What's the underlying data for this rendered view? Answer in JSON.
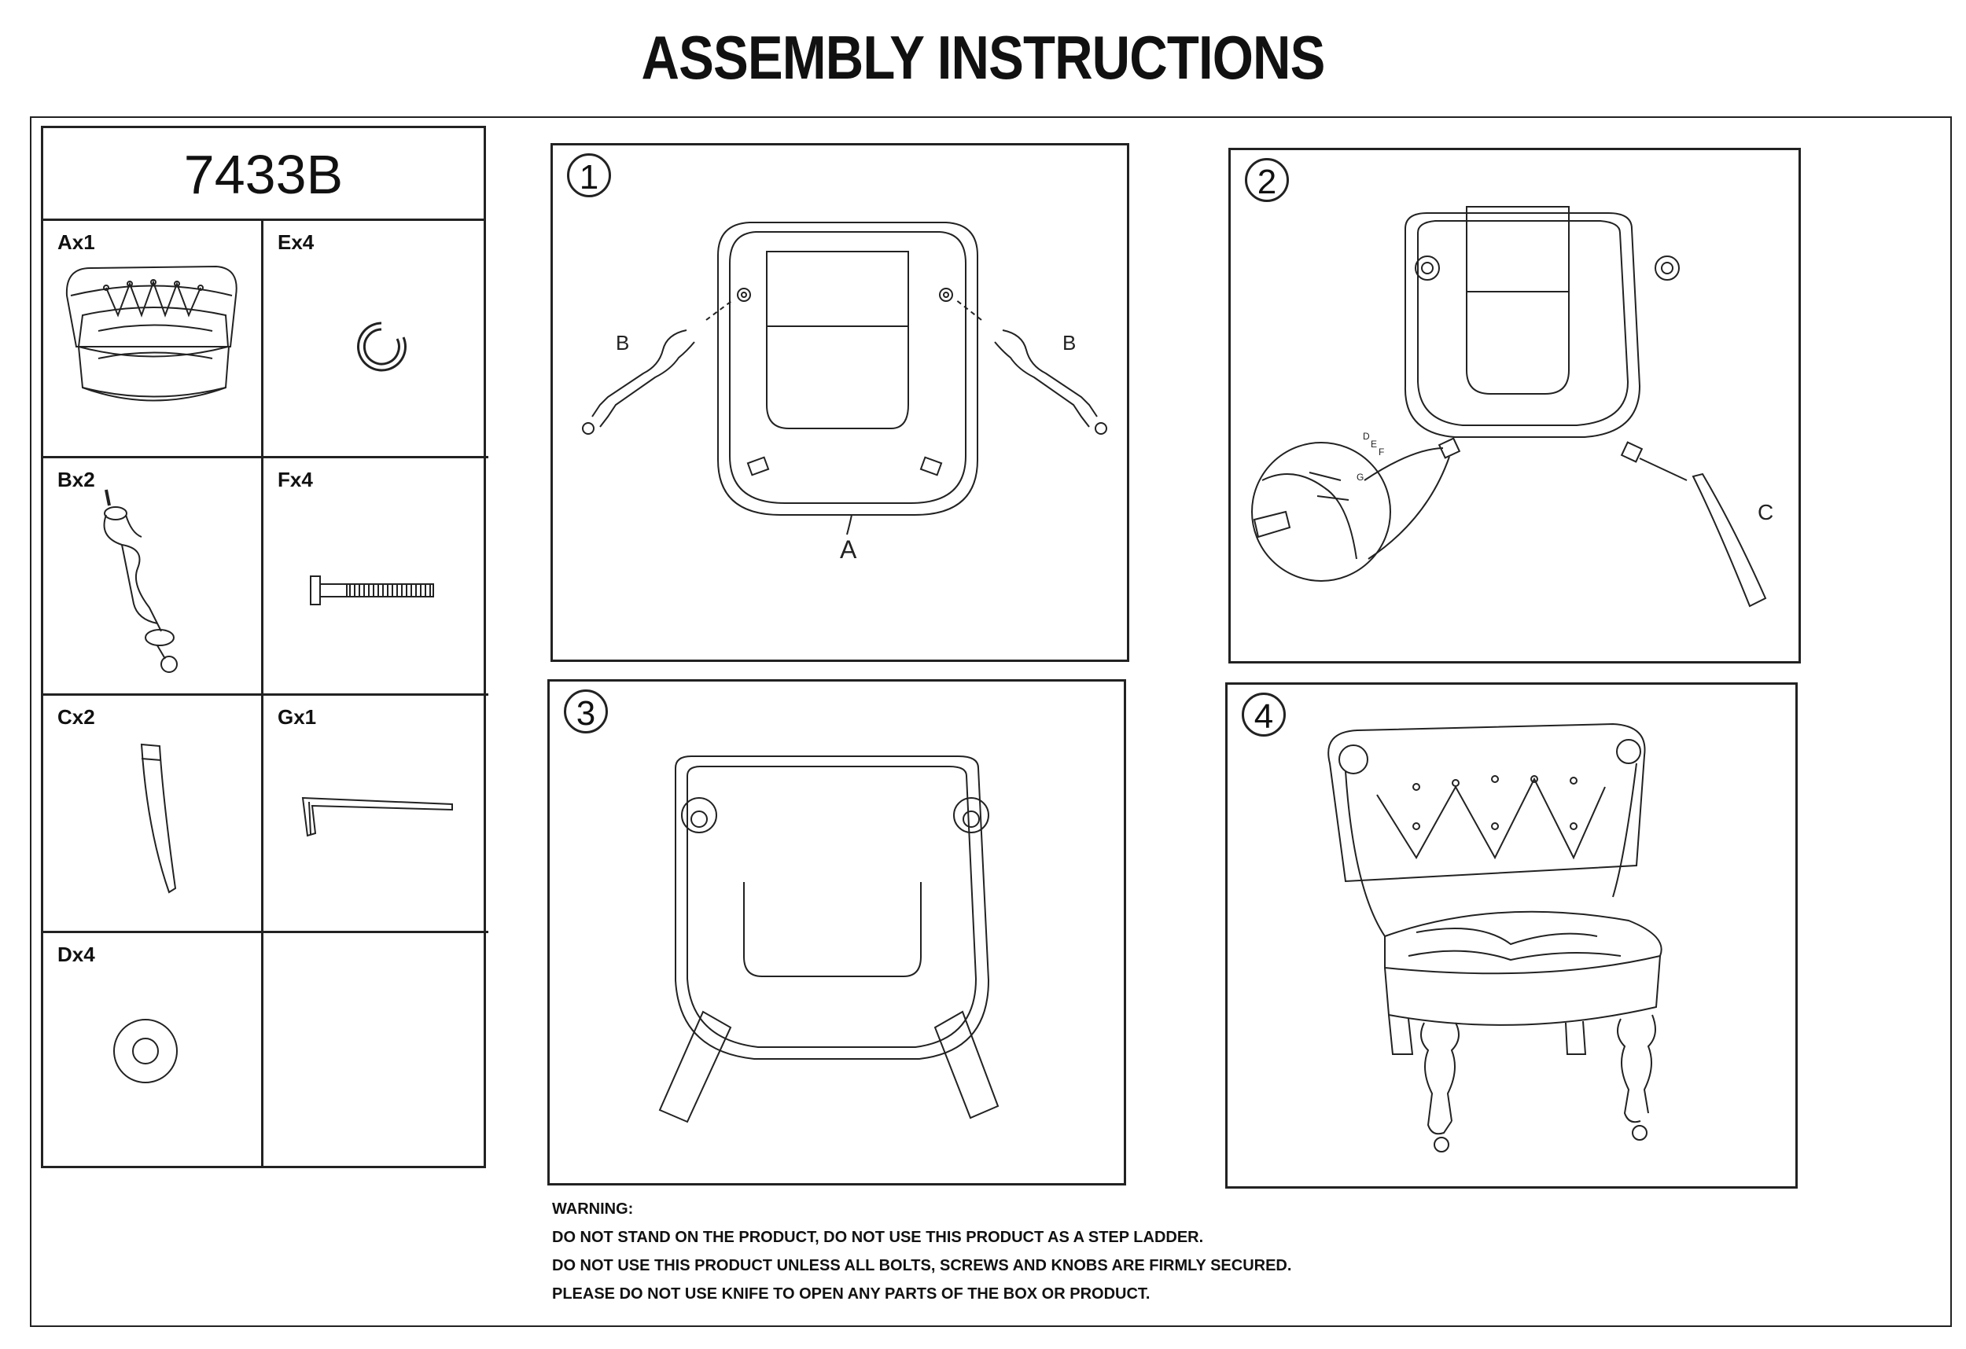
{
  "header": {
    "title": "ASSEMBLY INSTRUCTIONS"
  },
  "parts_panel": {
    "model": "7433B",
    "parts": [
      {
        "label": "Ax1",
        "icon": "chair-body-icon"
      },
      {
        "label": "Ex4",
        "icon": "split-washer-icon"
      },
      {
        "label": "Bx2",
        "icon": "turned-leg-with-caster-icon"
      },
      {
        "label": "Fx4",
        "icon": "bolt-icon"
      },
      {
        "label": "Cx2",
        "icon": "back-leg-icon"
      },
      {
        "label": "Gx1",
        "icon": "allen-key-icon"
      },
      {
        "label": "Dx4",
        "icon": "flat-washer-icon"
      },
      {
        "label": "",
        "icon": ""
      }
    ]
  },
  "steps": [
    {
      "number": "1",
      "callouts": {
        "left_leg": "B",
        "right_leg": "B",
        "seat": "A"
      }
    },
    {
      "number": "2",
      "callouts": {
        "leg": "C",
        "detail": [
          "D",
          "E",
          "F",
          "G"
        ]
      }
    },
    {
      "number": "3"
    },
    {
      "number": "4"
    }
  ],
  "warning": {
    "heading": "WARNING:",
    "lines": [
      "DO NOT STAND ON THE PRODUCT, DO NOT USE THIS PRODUCT AS A STEP LADDER.",
      "DO NOT USE THIS PRODUCT UNLESS ALL BOLTS, SCREWS AND KNOBS ARE FIRMLY SECURED.",
      "PLEASE DO NOT USE KNIFE TO OPEN ANY PARTS OF THE BOX OR PRODUCT."
    ]
  }
}
